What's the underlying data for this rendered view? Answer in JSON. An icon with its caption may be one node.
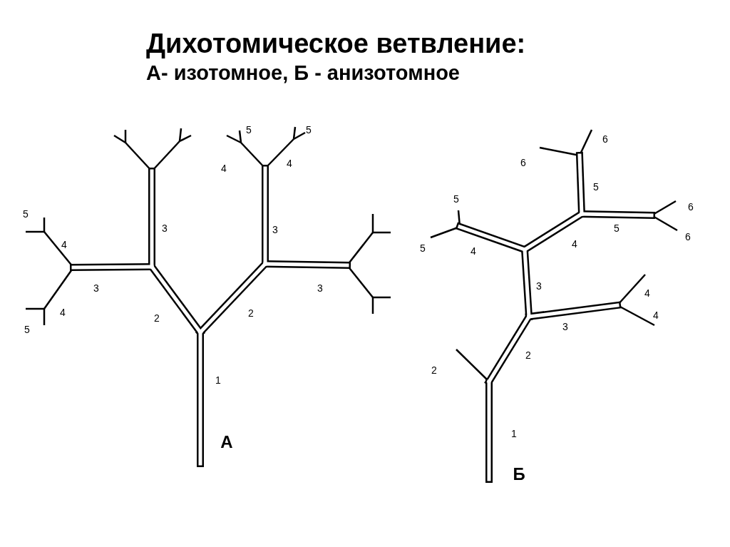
{
  "diagram": {
    "title": "Дихотомическое ветвление:",
    "labels": [
      "А- изотомное, Б - анизотомное",
      "5",
      "5",
      "4",
      "4",
      "3",
      "3",
      "5",
      "4",
      "3",
      "2",
      "2",
      "3",
      "4",
      "5",
      "1",
      "А",
      "6",
      "6",
      "5",
      "5",
      "6",
      "5",
      "4",
      "4",
      "5",
      "6",
      "3",
      "4",
      "4",
      "3",
      "2",
      "2",
      "1",
      "Б"
    ]
  }
}
